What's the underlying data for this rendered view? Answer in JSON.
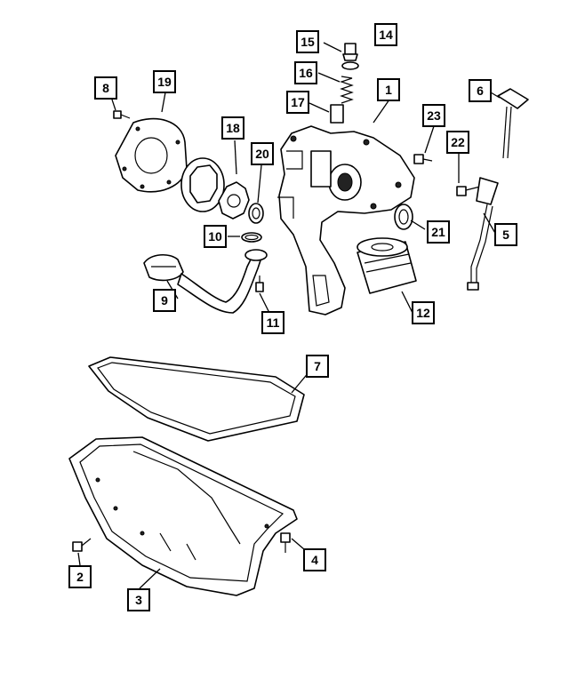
{
  "callouts": [
    {
      "id": "1",
      "label": "1"
    },
    {
      "id": "2",
      "label": "2"
    },
    {
      "id": "3",
      "label": "3"
    },
    {
      "id": "4",
      "label": "4"
    },
    {
      "id": "5",
      "label": "5"
    },
    {
      "id": "6",
      "label": "6"
    },
    {
      "id": "7",
      "label": "7"
    },
    {
      "id": "8",
      "label": "8"
    },
    {
      "id": "9",
      "label": "9"
    },
    {
      "id": "10",
      "label": "10"
    },
    {
      "id": "11",
      "label": "11"
    },
    {
      "id": "12",
      "label": "12"
    },
    {
      "id": "14",
      "label": "14"
    },
    {
      "id": "15",
      "label": "15"
    },
    {
      "id": "16",
      "label": "16"
    },
    {
      "id": "17",
      "label": "17"
    },
    {
      "id": "18",
      "label": "18"
    },
    {
      "id": "19",
      "label": "19"
    },
    {
      "id": "20",
      "label": "20"
    },
    {
      "id": "21",
      "label": "21"
    },
    {
      "id": "22",
      "label": "22"
    },
    {
      "id": "23",
      "label": "23"
    }
  ]
}
